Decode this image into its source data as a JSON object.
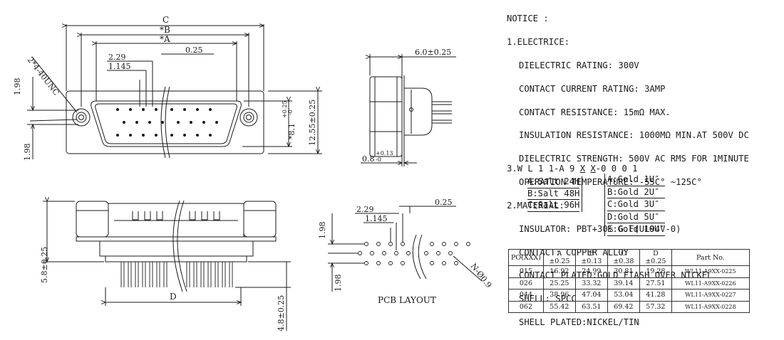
{
  "dims": {
    "C": "C",
    "B": "*B",
    "A": "*A",
    "d229": "2.29",
    "d1145": "1.145",
    "d025": "0.25",
    "thread": "2*4-40UNC",
    "d198_top": "1.98",
    "d198_bot": "1.98",
    "d1255": "12.55±0.25",
    "d81": "*8.1",
    "d81tol_up": "+0.25",
    "d81tol_dn": "-0",
    "d60": "6.0±0.25",
    "d08": "0.8",
    "d08tol_up": "+0.13",
    "d08tol_dn": "-0",
    "d58": "5.8±0.25",
    "d48": "4.8±0.25",
    "D": "D",
    "pcb_d229": "2.29",
    "pcb_d1145": "1.145",
    "pcb_d025": "0.25",
    "pcb_d198_top": "1.98",
    "pcb_d198_bot": "1.98",
    "hole": "N-Ø0.9",
    "pcb_title": "PCB LAYOUT"
  },
  "notice": {
    "title": "NOTICE :",
    "s1": "1.ELECTRICE:",
    "e1": "DIELECTRIC RATING: 300V",
    "e2": "CONTACT CURRENT RATING: 3AMP",
    "e3": "CONTACT RESISTANCE: 15mΩ MAX.",
    "e4": "INSULATION RESISTANCE: 1000MΩ MIN.AT 500V DC",
    "e5": "DIELECTRIC STRENGTH: 500V AC RMS FOR 1MINUTE",
    "e6": "OPERATION TEMPERATURE: -55C° ~125C°",
    "s2": "2.MATERIAL:",
    "m1": "INSULATOR: PBT+30% G.F(UL94V-0)",
    "m2": "CONTACT: COPPER ALLOY",
    "m3": "CONTACT PLATED:GOLD FIASH OVER NICKEL",
    "m4": "SHELL: SPCC",
    "m5": "SHELL PLATED:NICKEL/TIN"
  },
  "part_number": {
    "prefix": "3.W L 1 1-A 9 ",
    "x1": "X",
    "x2": "X",
    "suffix": "-0 0 0 1"
  },
  "salt_options": [
    "A:Salt 24H",
    "B:Salt 48H",
    "C:Salt 96H"
  ],
  "gold_options": [
    "A:Gold 1U″",
    "B:Gold 2U″",
    "C:Gold 3U″",
    "D:Gold 5U″",
    "E:Gold 10U″"
  ],
  "table": {
    "headers": [
      "PO(XXX)",
      "A ±0.25",
      "B ±0.13",
      "C ±0.38",
      "D ±0.25",
      "Part No."
    ],
    "rows": [
      [
        "015",
        "16.92",
        "24.99",
        "30.81",
        "19.28",
        "WL11-A9XX-0225"
      ],
      [
        "026",
        "25.25",
        "33.32",
        "39.14",
        "27.51",
        "WL11-A9XX-0226"
      ],
      [
        "044",
        "38.96",
        "47.04",
        "53.04",
        "41.28",
        "WL11-A9XX-0227"
      ],
      [
        "062",
        "55.42",
        "63.51",
        "69.42",
        "57.32",
        "WL11-A9XX-0228"
      ]
    ]
  }
}
